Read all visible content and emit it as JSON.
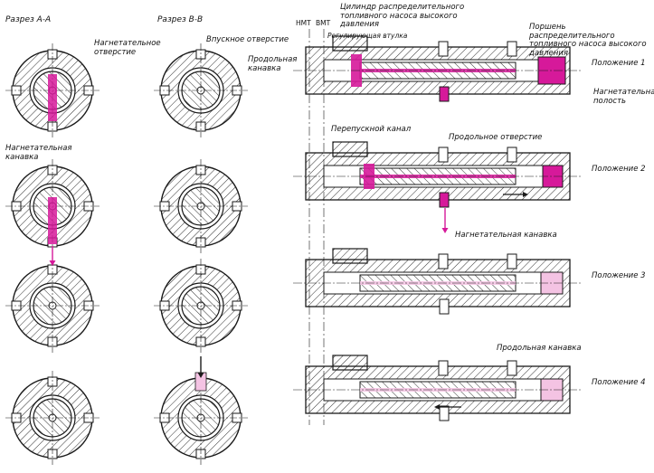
{
  "sections": {
    "aa": "Разрез А-А",
    "bb": "Разрез В-В"
  },
  "left_labels": {
    "discharge_hole": "Нагнетательное отверстие",
    "discharge_groove": "Нагнетательная канавка"
  },
  "mid_labels": {
    "inlet_hole": "Впускное отверстие",
    "long_groove": "Продольная канавка"
  },
  "top_labels": {
    "nmt": "НМТ",
    "vmt": "ВМТ",
    "reg_sleeve": "Регулирующая втулка",
    "cylinder": "Цилиндр распределительного топливного насоса высокого давления",
    "piston": "Поршень распределительного топливного насоса высокого давления",
    "discharge_cavity": "Нагнетательная полость"
  },
  "body_labels": {
    "bypass": "Перепускной канал",
    "long_hole": "Продольное отверстие",
    "discharge_groove2": "Нагнетательная канавка",
    "long_groove2": "Продольная канавка"
  },
  "positions": [
    "Положение 1",
    "Положение 2",
    "Положение 3",
    "Положение 4"
  ],
  "colors": {
    "fuel_pressure": "#d6199a",
    "fuel_light": "#f4c3e3",
    "metal": "#1a1a1a"
  }
}
